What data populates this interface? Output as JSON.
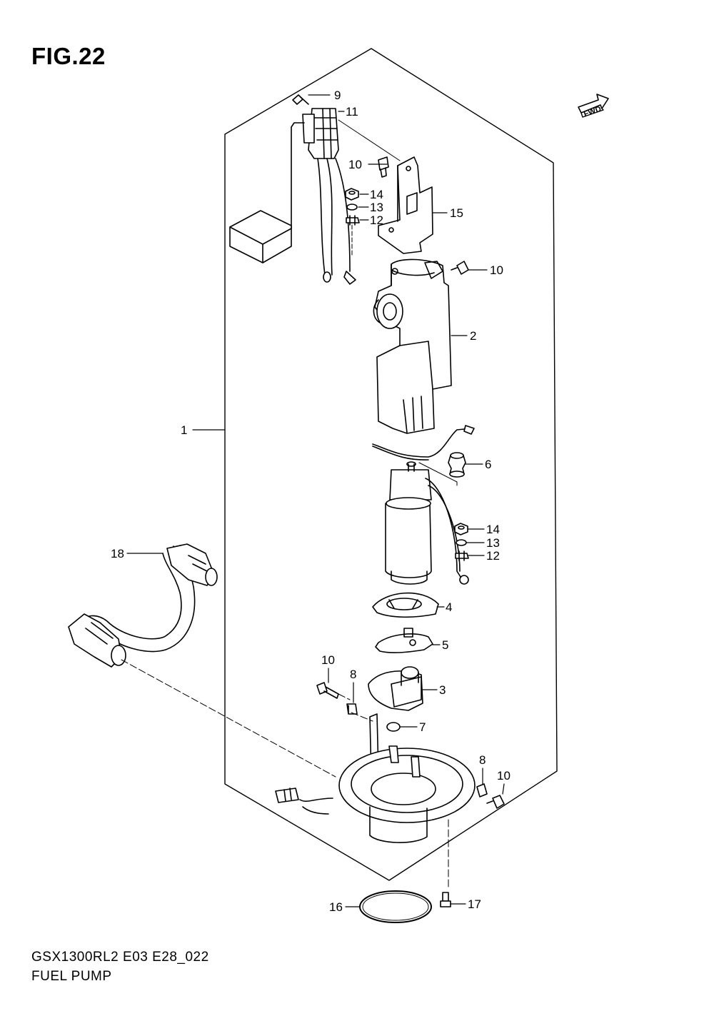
{
  "figure": {
    "title": "FIG.22",
    "model_code": "GSX1300RL2 E03 E28_022",
    "caption": "FUEL PUMP",
    "fwd_label": "FWD"
  },
  "callouts": {
    "c1": "1",
    "c2": "2",
    "c3": "3",
    "c4": "4",
    "c5": "5",
    "c6": "6",
    "c7": "7",
    "c8a": "8",
    "c8b": "8",
    "c9": "9",
    "c10a": "10",
    "c10b": "10",
    "c10c": "10",
    "c10d": "10",
    "c11": "11",
    "c12a": "12",
    "c12b": "12",
    "c13a": "13",
    "c13b": "13",
    "c14a": "14",
    "c14b": "14",
    "c15": "15",
    "c16": "16",
    "c17": "17",
    "c18": "18"
  }
}
